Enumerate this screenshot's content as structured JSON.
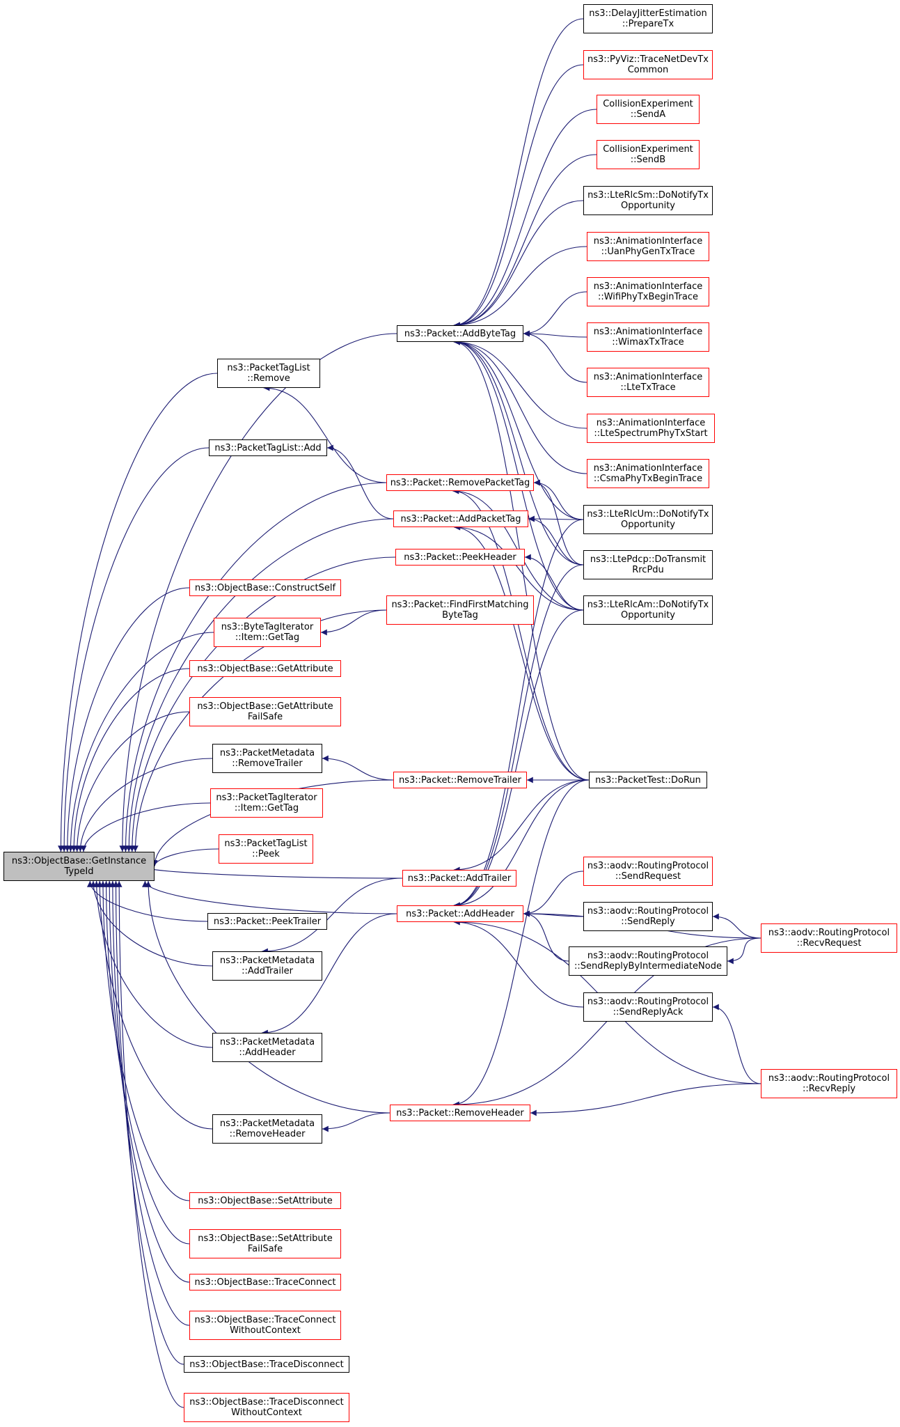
{
  "colors": {
    "edge": "#191970",
    "red_border": "#ff0000",
    "black_border": "#000000",
    "root_fill": "#bfbfbf"
  },
  "nodes": [
    {
      "id": "root",
      "lines": [
        "ns3::ObjectBase::GetInstance",
        "TypeId"
      ],
      "border": "root"
    },
    {
      "id": "pktTagListRemove",
      "lines": [
        "ns3::PacketTagList",
        "::Remove"
      ],
      "border": "black"
    },
    {
      "id": "pktTagListAdd",
      "lines": [
        "ns3::PacketTagList::Add"
      ],
      "border": "black"
    },
    {
      "id": "constructSelf",
      "lines": [
        "ns3::ObjectBase::ConstructSelf"
      ],
      "border": "red"
    },
    {
      "id": "byteTagIterGetTag",
      "lines": [
        "ns3::ByteTagIterator",
        "::Item::GetTag"
      ],
      "border": "red"
    },
    {
      "id": "getAttribute",
      "lines": [
        "ns3::ObjectBase::GetAttribute"
      ],
      "border": "red"
    },
    {
      "id": "getAttributeFailSafe",
      "lines": [
        "ns3::ObjectBase::GetAttribute",
        "FailSafe"
      ],
      "border": "red"
    },
    {
      "id": "pmRemoveTrailer",
      "lines": [
        "ns3::PacketMetadata",
        "::RemoveTrailer"
      ],
      "border": "black"
    },
    {
      "id": "pktTagIterGetTag",
      "lines": [
        "ns3::PacketTagIterator",
        "::Item::GetTag"
      ],
      "border": "red"
    },
    {
      "id": "pktTagListPeek",
      "lines": [
        "ns3::PacketTagList",
        "::Peek"
      ],
      "border": "red"
    },
    {
      "id": "peekTrailer",
      "lines": [
        "ns3::Packet::PeekTrailer"
      ],
      "border": "black"
    },
    {
      "id": "pmAddTrailer",
      "lines": [
        "ns3::PacketMetadata",
        "::AddTrailer"
      ],
      "border": "black"
    },
    {
      "id": "pmAddHeader",
      "lines": [
        "ns3::PacketMetadata",
        "::AddHeader"
      ],
      "border": "black"
    },
    {
      "id": "pmRemoveHeader",
      "lines": [
        "ns3::PacketMetadata",
        "::RemoveHeader"
      ],
      "border": "black"
    },
    {
      "id": "setAttribute",
      "lines": [
        "ns3::ObjectBase::SetAttribute"
      ],
      "border": "red"
    },
    {
      "id": "setAttributeFailSafe",
      "lines": [
        "ns3::ObjectBase::SetAttribute",
        "FailSafe"
      ],
      "border": "red"
    },
    {
      "id": "traceConnect",
      "lines": [
        "ns3::ObjectBase::TraceConnect"
      ],
      "border": "red"
    },
    {
      "id": "traceConnectWoCtx",
      "lines": [
        "ns3::ObjectBase::TraceConnect",
        "WithoutContext"
      ],
      "border": "red"
    },
    {
      "id": "traceDisconnect",
      "lines": [
        "ns3::ObjectBase::TraceDisconnect"
      ],
      "border": "black"
    },
    {
      "id": "traceDisconnectWoCtx",
      "lines": [
        "ns3::ObjectBase::TraceDisconnect",
        "WithoutContext"
      ],
      "border": "red"
    },
    {
      "id": "addByteTag",
      "lines": [
        "ns3::Packet::AddByteTag"
      ],
      "border": "black"
    },
    {
      "id": "removePacketTag",
      "lines": [
        "ns3::Packet::RemovePacketTag"
      ],
      "border": "red"
    },
    {
      "id": "addPacketTag",
      "lines": [
        "ns3::Packet::AddPacketTag"
      ],
      "border": "red"
    },
    {
      "id": "peekHeader",
      "lines": [
        "ns3::Packet::PeekHeader"
      ],
      "border": "red"
    },
    {
      "id": "findFirstMatching",
      "lines": [
        "ns3::Packet::FindFirstMatching",
        "ByteTag"
      ],
      "border": "red"
    },
    {
      "id": "removeTrailer",
      "lines": [
        "ns3::Packet::RemoveTrailer"
      ],
      "border": "red"
    },
    {
      "id": "addTrailer",
      "lines": [
        "ns3::Packet::AddTrailer"
      ],
      "border": "red"
    },
    {
      "id": "addHeader",
      "lines": [
        "ns3::Packet::AddHeader"
      ],
      "border": "red"
    },
    {
      "id": "removeHeader",
      "lines": [
        "ns3::Packet::RemoveHeader"
      ],
      "border": "red"
    },
    {
      "id": "delayJitter",
      "lines": [
        "ns3::DelayJitterEstimation",
        "::PrepareTx"
      ],
      "border": "black"
    },
    {
      "id": "pyviz",
      "lines": [
        "ns3::PyViz::TraceNetDevTx",
        "Common"
      ],
      "border": "red"
    },
    {
      "id": "collA",
      "lines": [
        "CollisionExperiment",
        "::SendA"
      ],
      "border": "red"
    },
    {
      "id": "collB",
      "lines": [
        "CollisionExperiment",
        "::SendB"
      ],
      "border": "red"
    },
    {
      "id": "lteRlcSm",
      "lines": [
        "ns3::LteRlcSm::DoNotifyTx",
        "Opportunity"
      ],
      "border": "black"
    },
    {
      "id": "animUan",
      "lines": [
        "ns3::AnimationInterface",
        "::UanPhyGenTxTrace"
      ],
      "border": "red"
    },
    {
      "id": "animWifi",
      "lines": [
        "ns3::AnimationInterface",
        "::WifiPhyTxBeginTrace"
      ],
      "border": "red"
    },
    {
      "id": "animWimax",
      "lines": [
        "ns3::AnimationInterface",
        "::WimaxTxTrace"
      ],
      "border": "red"
    },
    {
      "id": "animLte",
      "lines": [
        "ns3::AnimationInterface",
        "::LteTxTrace"
      ],
      "border": "red"
    },
    {
      "id": "animLteSpec",
      "lines": [
        "ns3::AnimationInterface",
        "::LteSpectrumPhyTxStart"
      ],
      "border": "red"
    },
    {
      "id": "animCsma",
      "lines": [
        "ns3::AnimationInterface",
        "::CsmaPhyTxBeginTrace"
      ],
      "border": "red"
    },
    {
      "id": "lteRlcUm",
      "lines": [
        "ns3::LteRlcUm::DoNotifyTx",
        "Opportunity"
      ],
      "border": "black"
    },
    {
      "id": "ltePdcp",
      "lines": [
        "ns3::LtePdcp::DoTransmit",
        "RrcPdu"
      ],
      "border": "black"
    },
    {
      "id": "lteRlcAm",
      "lines": [
        "ns3::LteRlcAm::DoNotifyTx",
        "Opportunity"
      ],
      "border": "black"
    },
    {
      "id": "packetTest",
      "lines": [
        "ns3::PacketTest::DoRun"
      ],
      "border": "black"
    },
    {
      "id": "aodvSendRequest",
      "lines": [
        "ns3::aodv::RoutingProtocol",
        "::SendRequest"
      ],
      "border": "red"
    },
    {
      "id": "aodvSendReply",
      "lines": [
        "ns3::aodv::RoutingProtocol",
        "::SendReply"
      ],
      "border": "black"
    },
    {
      "id": "aodvSendReplyInter",
      "lines": [
        "ns3::aodv::RoutingProtocol",
        "::SendReplyByIntermediateNode"
      ],
      "border": "black"
    },
    {
      "id": "aodvSendReplyAck",
      "lines": [
        "ns3::aodv::RoutingProtocol",
        "::SendReplyAck"
      ],
      "border": "black"
    },
    {
      "id": "aodvRecvRequest",
      "lines": [
        "ns3::aodv::RoutingProtocol",
        "::RecvRequest"
      ],
      "border": "red"
    },
    {
      "id": "aodvRecvReply",
      "lines": [
        "ns3::aodv::RoutingProtocol",
        "::RecvReply"
      ],
      "border": "red"
    }
  ],
  "edges": [
    [
      "pktTagListRemove",
      "root"
    ],
    [
      "pktTagListAdd",
      "root"
    ],
    [
      "constructSelf",
      "root"
    ],
    [
      "byteTagIterGetTag",
      "root"
    ],
    [
      "getAttribute",
      "root"
    ],
    [
      "getAttributeFailSafe",
      "root"
    ],
    [
      "pmRemoveTrailer",
      "root"
    ],
    [
      "pktTagIterGetTag",
      "root"
    ],
    [
      "pktTagListPeek",
      "root"
    ],
    [
      "peekTrailer",
      "root"
    ],
    [
      "pmAddTrailer",
      "root"
    ],
    [
      "pmAddHeader",
      "root"
    ],
    [
      "pmRemoveHeader",
      "root"
    ],
    [
      "setAttribute",
      "root"
    ],
    [
      "setAttributeFailSafe",
      "root"
    ],
    [
      "traceConnect",
      "root"
    ],
    [
      "traceConnectWoCtx",
      "root"
    ],
    [
      "traceDisconnect",
      "root"
    ],
    [
      "traceDisconnectWoCtx",
      "root"
    ],
    [
      "addByteTag",
      "root"
    ],
    [
      "removePacketTag",
      "root"
    ],
    [
      "addPacketTag",
      "root"
    ],
    [
      "peekHeader",
      "root"
    ],
    [
      "findFirstMatching",
      "root"
    ],
    [
      "removeTrailer",
      "root"
    ],
    [
      "addTrailer",
      "root"
    ],
    [
      "addHeader",
      "root"
    ],
    [
      "removeHeader",
      "root"
    ],
    [
      "removePacketTag",
      "pktTagListRemove"
    ],
    [
      "addPacketTag",
      "pktTagListAdd"
    ],
    [
      "findFirstMatching",
      "byteTagIterGetTag"
    ],
    [
      "removeTrailer",
      "pmRemoveTrailer"
    ],
    [
      "addTrailer",
      "pmAddTrailer"
    ],
    [
      "addHeader",
      "pmAddHeader"
    ],
    [
      "removeHeader",
      "pmRemoveHeader"
    ],
    [
      "delayJitter",
      "addByteTag"
    ],
    [
      "pyviz",
      "addByteTag"
    ],
    [
      "collA",
      "addByteTag"
    ],
    [
      "collB",
      "addByteTag"
    ],
    [
      "lteRlcSm",
      "addByteTag"
    ],
    [
      "animUan",
      "addByteTag"
    ],
    [
      "animWifi",
      "addByteTag"
    ],
    [
      "animWimax",
      "addByteTag"
    ],
    [
      "animLte",
      "addByteTag"
    ],
    [
      "animLteSpec",
      "addByteTag"
    ],
    [
      "animCsma",
      "addByteTag"
    ],
    [
      "lteRlcUm",
      "addByteTag"
    ],
    [
      "lteRlcAm",
      "addByteTag"
    ],
    [
      "packetTest",
      "addByteTag"
    ],
    [
      "ltePdcp",
      "addByteTag"
    ],
    [
      "lteRlcUm",
      "removePacketTag"
    ],
    [
      "ltePdcp",
      "removePacketTag"
    ],
    [
      "lteRlcAm",
      "removePacketTag"
    ],
    [
      "packetTest",
      "removePacketTag"
    ],
    [
      "lteRlcUm",
      "addPacketTag"
    ],
    [
      "ltePdcp",
      "addPacketTag"
    ],
    [
      "lteRlcAm",
      "addPacketTag"
    ],
    [
      "packetTest",
      "addPacketTag"
    ],
    [
      "lteRlcAm",
      "peekHeader"
    ],
    [
      "packetTest",
      "removeTrailer"
    ],
    [
      "packetTest",
      "addTrailer"
    ],
    [
      "ltePdcp",
      "addHeader"
    ],
    [
      "lteRlcAm",
      "addHeader"
    ],
    [
      "packetTest",
      "addHeader"
    ],
    [
      "aodvSendRequest",
      "addHeader"
    ],
    [
      "aodvSendReply",
      "addHeader"
    ],
    [
      "aodvSendReplyInter",
      "addHeader"
    ],
    [
      "aodvSendReplyAck",
      "addHeader"
    ],
    [
      "aodvRecvRequest",
      "addHeader"
    ],
    [
      "aodvRecvReply",
      "addHeader"
    ],
    [
      "lteRlcUm",
      "addHeader"
    ],
    [
      "aodvRecvRequest",
      "removeHeader"
    ],
    [
      "aodvRecvReply",
      "removeHeader"
    ],
    [
      "packetTest",
      "removeHeader"
    ],
    [
      "aodvRecvRequest",
      "aodvSendReply"
    ],
    [
      "aodvRecvRequest",
      "aodvSendReplyInter"
    ],
    [
      "aodvRecvReply",
      "aodvSendReplyAck"
    ]
  ]
}
